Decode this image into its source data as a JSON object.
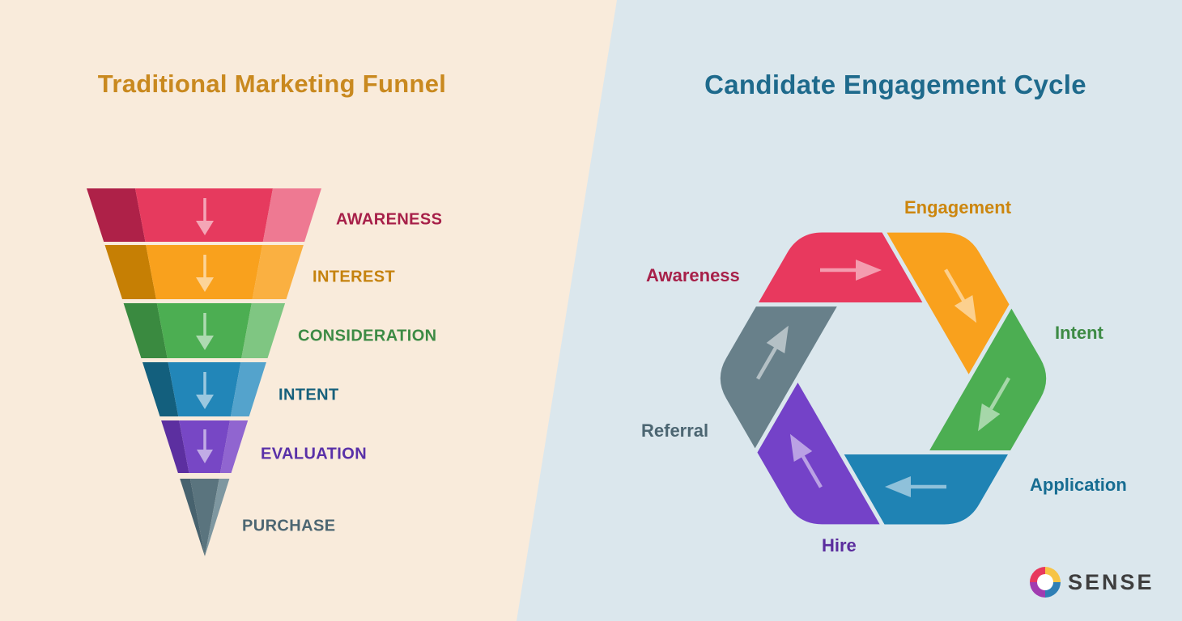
{
  "left_panel": {
    "title": "Traditional Marketing Funnel",
    "title_color": "#C9891F",
    "bg_color": "#F9EBDB",
    "funnel": {
      "stages": [
        {
          "label": "AWARENESS",
          "label_color": "#A72049",
          "dark": "#AE2148",
          "main": "#E63A5E",
          "light": "#EE7992"
        },
        {
          "label": "INTEREST",
          "label_color": "#C5820D",
          "dark": "#C67F04",
          "main": "#F9A11D",
          "light": "#FAB041"
        },
        {
          "label": "CONSIDERATION",
          "label_color": "#3D8B45",
          "dark": "#3A8A40",
          "main": "#4CAE52",
          "light": "#7FC682"
        },
        {
          "label": "INTENT",
          "label_color": "#17607C",
          "dark": "#135F7D",
          "main": "#2286B8",
          "light": "#54A3CC"
        },
        {
          "label": "EVALUATION",
          "label_color": "#5930A8",
          "dark": "#5C2FA0",
          "main": "#7747C5",
          "light": "#9065D0"
        },
        {
          "label": "PURCHASE",
          "label_color": "#4C6672",
          "dark": "#47626E",
          "main": "#5A747E",
          "light": "#7E97A0"
        }
      ]
    }
  },
  "right_panel": {
    "title": "Candidate Engagement Cycle",
    "title_color": "#1E6A8C",
    "bg_color": "#DBE7ED",
    "cycle": {
      "segments": [
        {
          "label": "Awareness",
          "label_color": "#A72049",
          "color": "#E8395E"
        },
        {
          "label": "Engagement",
          "label_color": "#CC860E",
          "color": "#F9A11D"
        },
        {
          "label": "Intent",
          "label_color": "#3D8B45",
          "color": "#4CAE52"
        },
        {
          "label": "Application",
          "label_color": "#176D92",
          "color": "#1F83B4"
        },
        {
          "label": "Hire",
          "label_color": "#5B2D9E",
          "color": "#7442C8"
        },
        {
          "label": "Referral",
          "label_color": "#4C6672",
          "color": "#68808A"
        }
      ]
    }
  },
  "logo": {
    "text": "SENSE",
    "text_color": "#3E3E3E",
    "ring_colors": [
      "#F7C445",
      "#2F7FB5",
      "#A13CB0",
      "#E8395E"
    ]
  }
}
